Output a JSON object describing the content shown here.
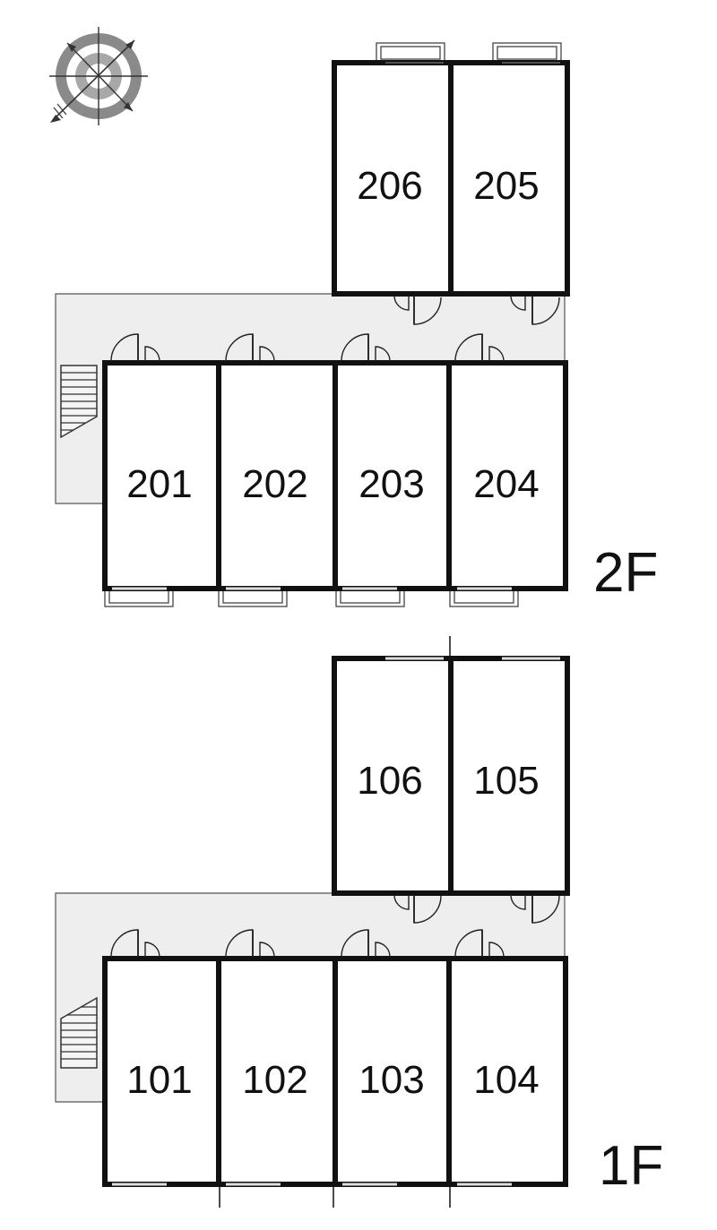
{
  "compass_icon": "compass-rose-icon",
  "colors": {
    "wall": "#111111",
    "corridor": "#eeeeee",
    "text": "#111111"
  },
  "floors": [
    {
      "id": "2f",
      "label": "2F",
      "rooms": [
        "206",
        "205",
        "201",
        "202",
        "203",
        "204"
      ]
    },
    {
      "id": "1f",
      "label": "1F",
      "rooms": [
        "106",
        "105",
        "101",
        "102",
        "103",
        "104"
      ]
    }
  ]
}
